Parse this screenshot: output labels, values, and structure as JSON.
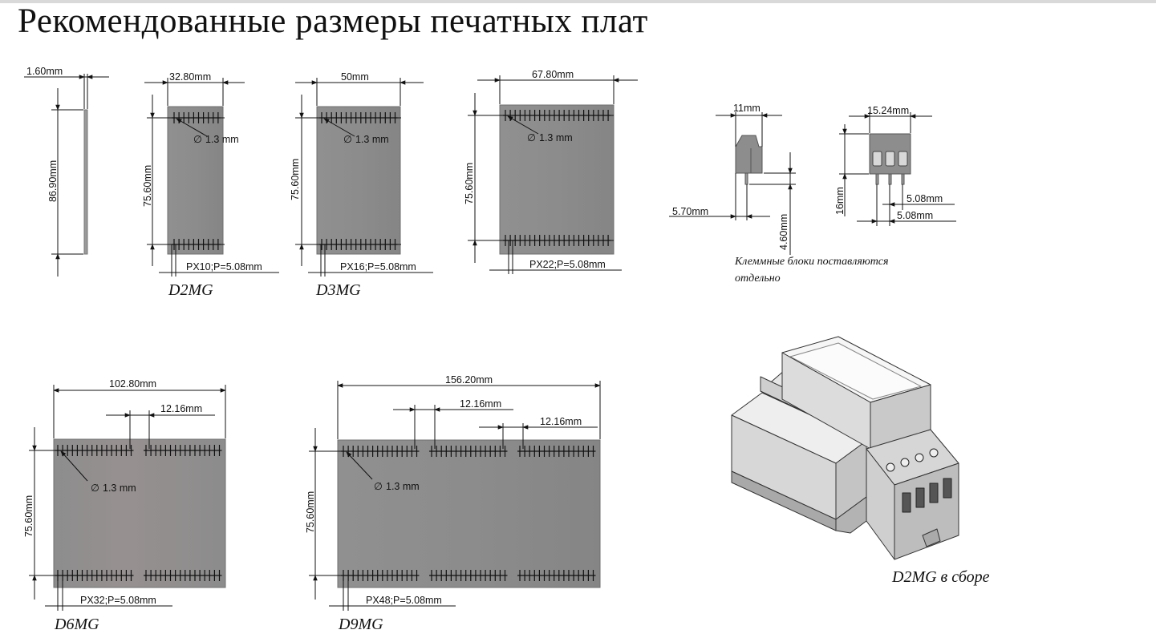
{
  "title": "Рекомендованные размеры печатных плат",
  "boards": [
    {
      "model": "D2MG",
      "width": "32.80mm",
      "height": "75.60mm",
      "hole": "1.3 mm",
      "pins": "PX10;P=5.08mm"
    },
    {
      "model": "D3MG",
      "width": "50mm",
      "height": "75.60mm",
      "hole": "1.3 mm",
      "pins": "PX16;P=5.08mm"
    },
    {
      "model": "",
      "width": "67.80mm",
      "height": "75.60mm",
      "hole": "1.3 mm",
      "pins": "PX22;P=5.08mm"
    },
    {
      "model": "D6MG",
      "width": "102.80mm",
      "height": "75.60mm",
      "hole": "1.3 mm",
      "pins": "PX32;P=5.08mm",
      "gap": "12.16mm"
    },
    {
      "model": "D9MG",
      "width": "156.20mm",
      "height": "75.60mm",
      "hole": "1.3 mm",
      "pins": "PX48;P=5.08mm",
      "gap1": "12.16mm",
      "gap2": "12.16mm"
    }
  ],
  "side_view": {
    "thickness": "1.60mm",
    "height": "86.90mm"
  },
  "terminal_side": {
    "width": "11mm",
    "offset": "5.70mm",
    "pin_len": "4.60mm"
  },
  "terminal_front": {
    "width": "15.24mm",
    "height": "16mm",
    "pitch1": "5.08mm",
    "pitch2": "5.08mm"
  },
  "terminal_note": {
    "line1": "Клеммные блоки поставляются",
    "line2": "отдельно"
  },
  "assembled_label": "D2MG в сборе",
  "colors": {
    "board": "#8a8a8a",
    "board_edge": "#6f6f6f",
    "ink": "#111111"
  }
}
